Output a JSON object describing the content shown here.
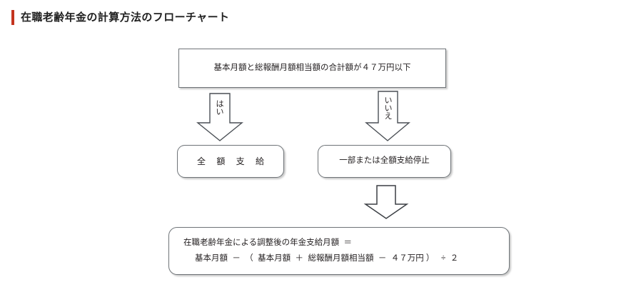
{
  "page": {
    "title": "在職老齢年金の計算方法のフローチャート",
    "accent_color": "#c4341f",
    "background_color": "#ffffff",
    "border_color": "#6f7478",
    "text_color": "#231f20"
  },
  "flowchart": {
    "condition": {
      "id": "condition-box",
      "text": "基本月額と総報酬月額相当額の合計額が４７万円以下",
      "shape": "rectangle"
    },
    "branches": [
      {
        "id": "branch-yes",
        "label": "はい",
        "arrow": "down-arrow-icon",
        "result": {
          "id": "result-full-payment",
          "text": "全 額 支 給",
          "shape": "rounded-rectangle"
        }
      },
      {
        "id": "branch-no",
        "label": "いいえ",
        "arrow": "down-arrow-icon",
        "result": {
          "id": "result-partial-or-full-suspension",
          "text": "一部または全額支給停止",
          "shape": "rounded-rectangle"
        }
      }
    ],
    "final_arrow": {
      "id": "arrow-to-formula",
      "label": "",
      "arrow": "down-arrow-icon"
    },
    "formula": {
      "id": "formula-box",
      "shape": "rounded-rectangle",
      "line1": "在職老齢年金による調整後の年金支給月額  ＝",
      "line2": "基本月額  －  （  基本月額  ＋  総報酬月額相当額  －  ４７万円 ）   ÷  ２"
    }
  }
}
